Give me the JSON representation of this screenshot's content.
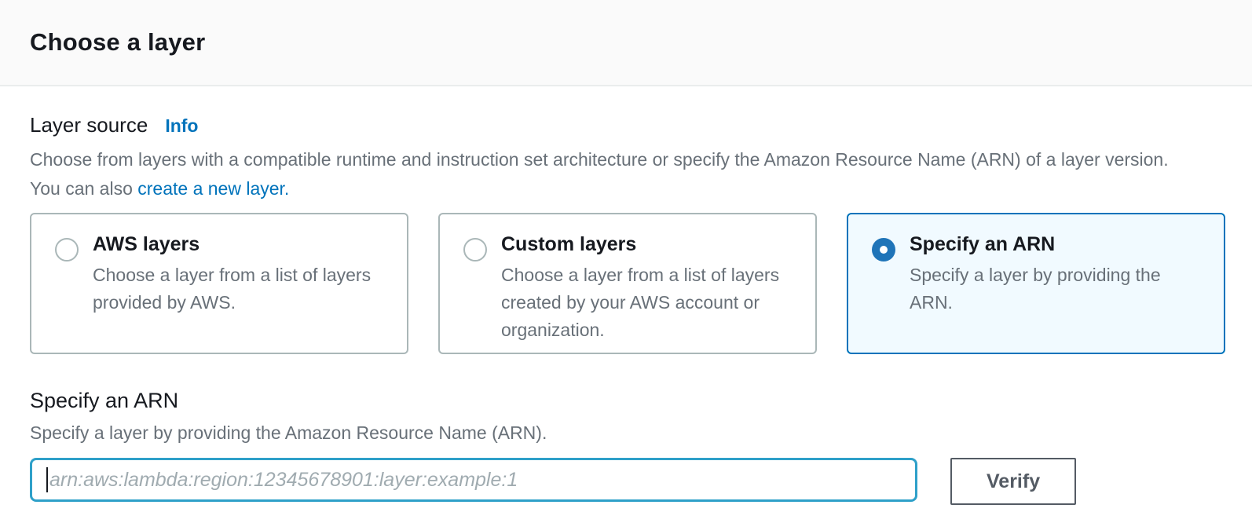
{
  "header": {
    "title": "Choose a layer"
  },
  "layer_source": {
    "label": "Layer source",
    "info_link": "Info",
    "description": "Choose from layers with a compatible runtime and instruction set architecture or specify the Amazon Resource Name (ARN) of a layer version. You can also ",
    "description_link": "create a new layer."
  },
  "cards": [
    {
      "title": "AWS layers",
      "description": "Choose a layer from a list of layers provided by AWS.",
      "selected": false
    },
    {
      "title": "Custom layers",
      "description": "Choose a layer from a list of layers created by your AWS account or organization.",
      "selected": false
    },
    {
      "title": "Specify an ARN",
      "description": "Specify a layer by providing the ARN.",
      "selected": true
    }
  ],
  "arn_section": {
    "heading": "Specify an ARN",
    "description": "Specify a layer by providing the Amazon Resource Name (ARN).",
    "input_value": "",
    "input_placeholder": "arn:aws:lambda:region:12345678901:layer:example:1",
    "verify_button": "Verify"
  },
  "colors": {
    "accent_blue": "#0073bb",
    "selected_card_bg": "#f1faff",
    "selected_card_border": "#0073bb",
    "focus_input_border": "#2ea0c9",
    "text_dark": "#16191f",
    "text_secondary": "#687078",
    "card_border": "#aab7b8",
    "button_border": "#545b64",
    "header_bg": "#fafafa"
  }
}
